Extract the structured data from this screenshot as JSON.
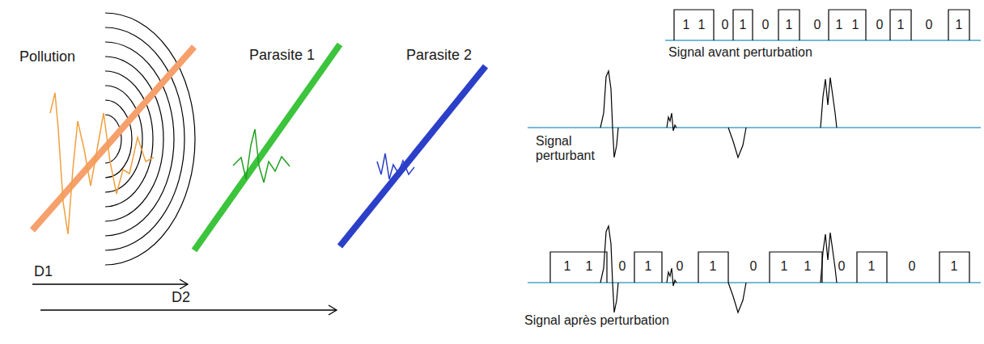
{
  "diagram": {
    "labels": [
      "Pollution",
      "Parasite 1",
      "Parasite 2",
      "D1",
      "D2",
      "1",
      "1",
      "0",
      "1",
      "0",
      "1",
      "0",
      "1",
      "1",
      "0",
      "1",
      "0",
      "1",
      "Signal avant perturbation",
      "Signal perturbant",
      "1",
      "1",
      "0",
      "1",
      "0",
      "1",
      "0",
      "1",
      "1",
      "0",
      "1",
      "0",
      "1",
      "Signal après perturbation"
    ]
  }
}
